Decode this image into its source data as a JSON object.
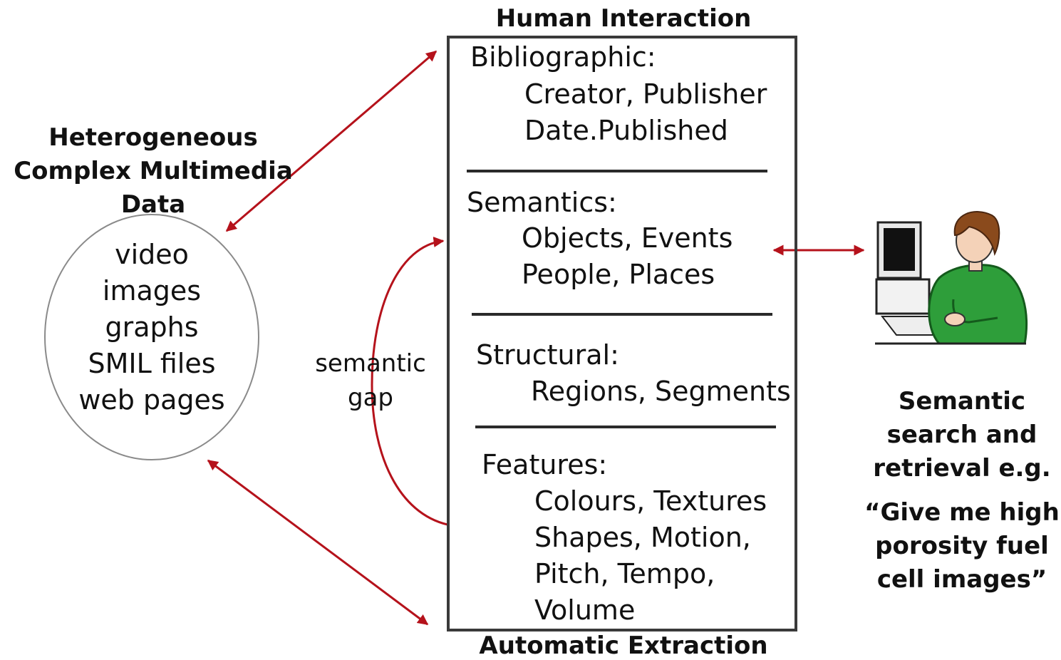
{
  "top_label": "Human Interaction",
  "bottom_label": "Automatic Extraction",
  "multimedia": {
    "title_lines": [
      "Heterogeneous",
      "Complex Multimedia",
      "Data"
    ],
    "items": [
      "video",
      "images",
      "graphs",
      "SMIL files",
      "web pages"
    ]
  },
  "sections": [
    {
      "heading": "Bibliographic:",
      "lines": [
        "Creator, Publisher",
        "Date.Published"
      ]
    },
    {
      "heading": "Semantics:",
      "lines": [
        "Objects, Events",
        "People, Places"
      ]
    },
    {
      "heading": "Structural:",
      "lines": [
        "Regions, Segments"
      ]
    },
    {
      "heading": "Features:",
      "lines": [
        "Colours, Textures",
        "Shapes, Motion,",
        "Pitch, Tempo,",
        "Volume"
      ]
    }
  ],
  "gap_label": [
    "semantic",
    "gap"
  ],
  "search": {
    "title_lines": [
      "Semantic",
      "search and",
      "retrieval e.g."
    ],
    "query_lines": [
      "“Give me high",
      "porosity fuel",
      "cell images”"
    ]
  },
  "colors": {
    "arrow": "#b5121b",
    "box_border": "#3a3a3a",
    "shirt": "#2e9e3a"
  },
  "icons": [
    "user-at-computer-icon"
  ]
}
